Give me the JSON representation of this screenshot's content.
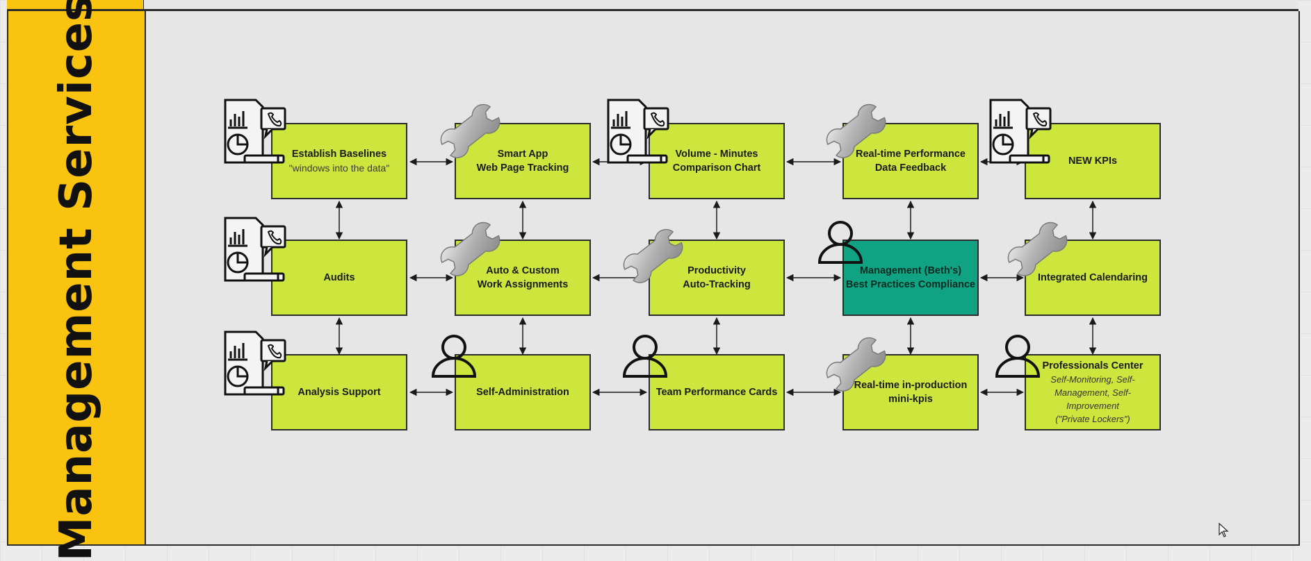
{
  "lane": {
    "title": "Management Services"
  },
  "nodes": {
    "establish": {
      "title": "Establish Baselines",
      "sub": "\"windows into the data\""
    },
    "smartapp": {
      "line1": "Smart App",
      "line2": "Web Page Tracking"
    },
    "volume": {
      "line1": "Volume - Minutes",
      "line2": "Comparison Chart"
    },
    "realtime_perf": {
      "line1": "Real-time Performance",
      "line2": "Data Feedback"
    },
    "newkpis": {
      "title": "NEW KPIs"
    },
    "audits": {
      "title": "Audits"
    },
    "autocustom": {
      "line1": "Auto & Custom",
      "line2": "Work Assignments"
    },
    "productivity": {
      "line1": "Productivity",
      "line2": "Auto-Tracking"
    },
    "management": {
      "line1": "Management (Beth's)",
      "line2": "Best Practices Compliance"
    },
    "calendaring": {
      "title": "Integrated Calendaring"
    },
    "analysis": {
      "title": "Analysis Support"
    },
    "selfadmin": {
      "title": "Self-Administration"
    },
    "teamperf": {
      "title": "Team Performance Cards"
    },
    "minikpis": {
      "line1": "Real-time in-production",
      "line2": "mini-kpis"
    },
    "professionals": {
      "title": "Professionals Center",
      "sub1": "Self-Monitoring, Self-",
      "sub2": "Management, Self-",
      "sub3": "Improvement",
      "sub4": "(\"Private Lockers\")"
    }
  },
  "colors": {
    "lane_label": "#f9c310",
    "node_fill": "#cde63d",
    "node_highlight": "#10a383",
    "canvas": "#e6e6e6"
  },
  "icons": [
    "report-icon",
    "wrench-icon",
    "person-icon",
    "cursor-icon"
  ]
}
